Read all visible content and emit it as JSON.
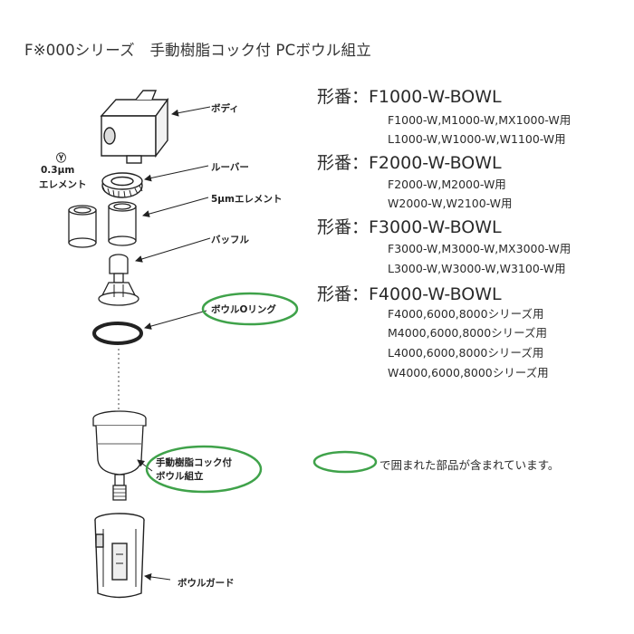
{
  "title": "F※000シリーズ　手動樹脂コック付 PCボウル組立",
  "models": [
    {
      "name": "形番：F1000-W-BOWL",
      "uses": [
        "F1000-W,M1000-W,MX1000-W用",
        "L1000-W,W1000-W,W1100-W用"
      ]
    },
    {
      "name": "形番：F2000-W-BOWL",
      "uses": [
        "F2000-W,M2000-W用",
        "W2000-W,W2100-W用"
      ]
    },
    {
      "name": "形番：F3000-W-BOWL",
      "uses": [
        "F3000-W,M3000-W,MX3000-W用",
        "L3000-W,W3000-W,W3100-W用"
      ]
    },
    {
      "name": "形番：F4000-W-BOWL",
      "uses": [
        "F4000,6000,8000シリーズ用",
        "M4000,6000,8000シリーズ用",
        "L4000,6000,8000シリーズ用",
        "W4000,6000,8000シリーズ用"
      ]
    }
  ],
  "parts": {
    "body": "ボディ",
    "louver": "ルーバー",
    "y_mark": "Ⓨ",
    "element_03_line1": "0.3μm",
    "element_03_line2": "エレメント",
    "element_5": "5μmエレメント",
    "baffle": "バッフル",
    "oring": "ボウルOリング",
    "bowl_line1": "手動樹脂コック付",
    "bowl_line2": "ボウル組立",
    "guard": "ボウルガード"
  },
  "legend_note": "で囲まれた部品が含まれています。",
  "colors": {
    "highlight": "#3fa24a",
    "line": "#222222",
    "text": "#2a2a2a"
  }
}
